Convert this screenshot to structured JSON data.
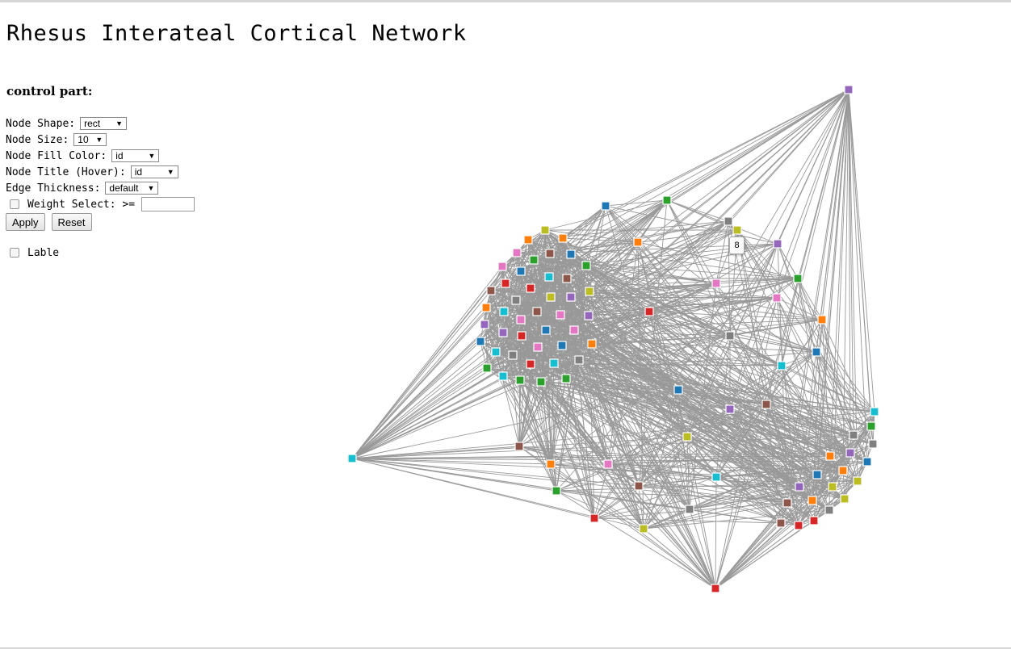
{
  "page": {
    "title": "Rhesus Interateal Cortical Network"
  },
  "control": {
    "heading": "control part:",
    "node_shape": {
      "label": "Node Shape:",
      "value": "rect"
    },
    "node_size": {
      "label": "Node Size:",
      "value": "10"
    },
    "node_fill": {
      "label": "Node Fill Color:",
      "value": "id"
    },
    "node_title": {
      "label": "Node Title (Hover):",
      "value": "id"
    },
    "edge_thickness": {
      "label": "Edge Thickness:",
      "value": "default"
    },
    "weight_select": {
      "label": "Weight Select: >=",
      "value": ""
    },
    "apply_label": "Apply",
    "reset_label": "Reset",
    "lable_label": "Lable"
  },
  "graph": {
    "edge_color": "#999999",
    "tooltip": "8",
    "palette": [
      "#1f77b4",
      "#ff7f0e",
      "#2ca02c",
      "#d62728",
      "#9467bd",
      "#8c564b",
      "#e377c2",
      "#7f7f7f",
      "#bcbd22",
      "#17becf"
    ]
  }
}
